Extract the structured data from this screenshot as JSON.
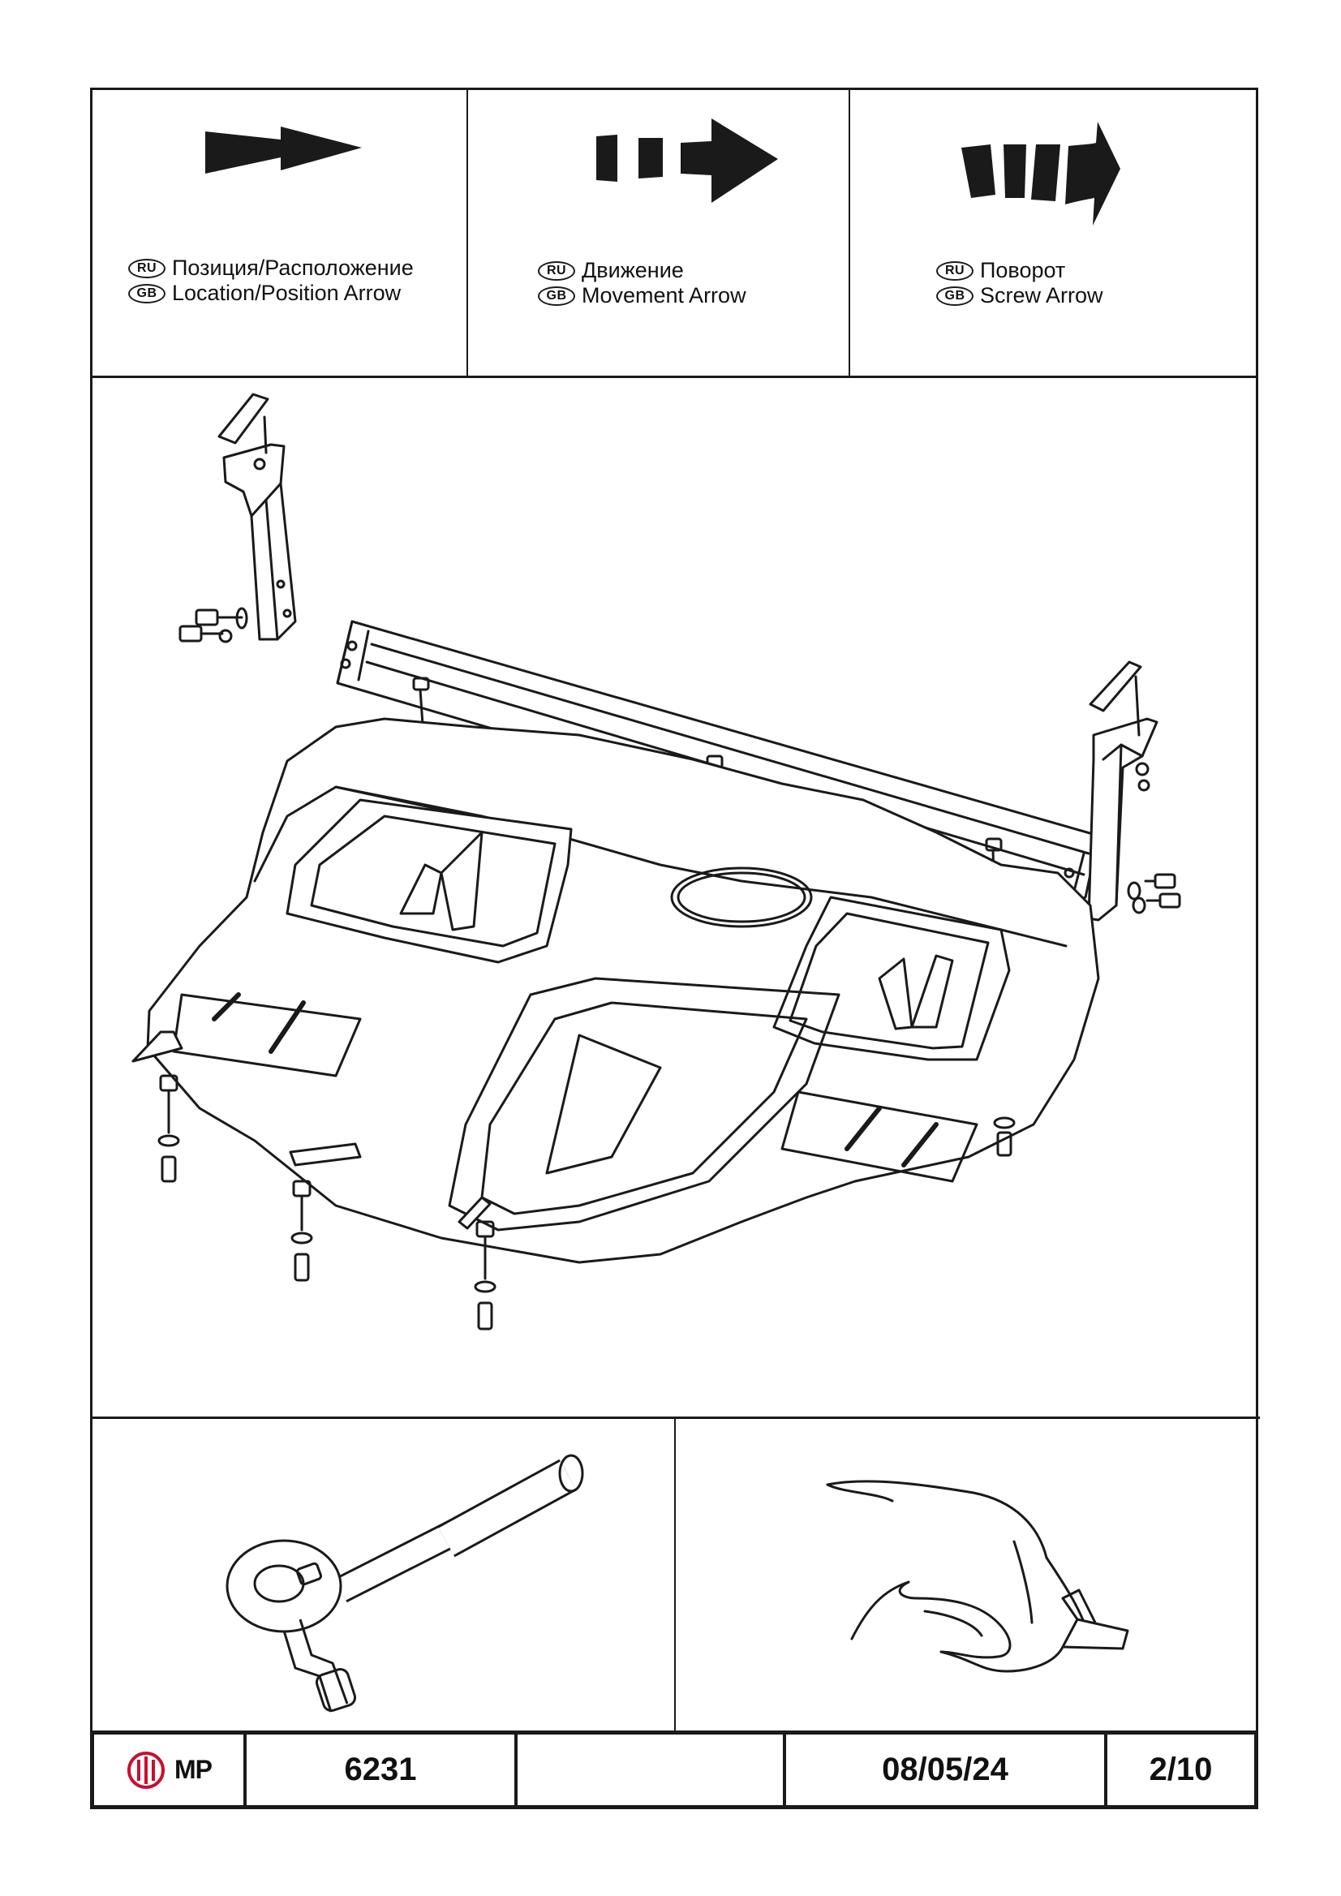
{
  "legend": [
    {
      "ru_code": "RU",
      "gb_code": "GB",
      "ru_text": "Позиция/Расположение",
      "gb_text": "Location/Position Arrow",
      "icon": "location-arrow-icon"
    },
    {
      "ru_code": "RU",
      "gb_code": "GB",
      "ru_text": "Движение",
      "gb_text": "Movement Arrow",
      "icon": "movement-arrow-icon"
    },
    {
      "ru_code": "RU",
      "gb_code": "GB",
      "ru_text": "Поворот",
      "gb_text": "Screw Arrow",
      "icon": "screw-arrow-icon"
    }
  ],
  "tools": [
    {
      "icon": "ratchet-wrench-icon"
    },
    {
      "icon": "hand-with-knife-icon"
    }
  ],
  "footer": {
    "logo_text": "MP",
    "logo_icon": "mp-logo-icon",
    "part_number": "6231",
    "blank": "",
    "date": "08/05/24",
    "page": "2/10"
  },
  "colors": {
    "ink": "#1a1a1a",
    "logo_red": "#c8102e",
    "paper": "#ffffff"
  }
}
